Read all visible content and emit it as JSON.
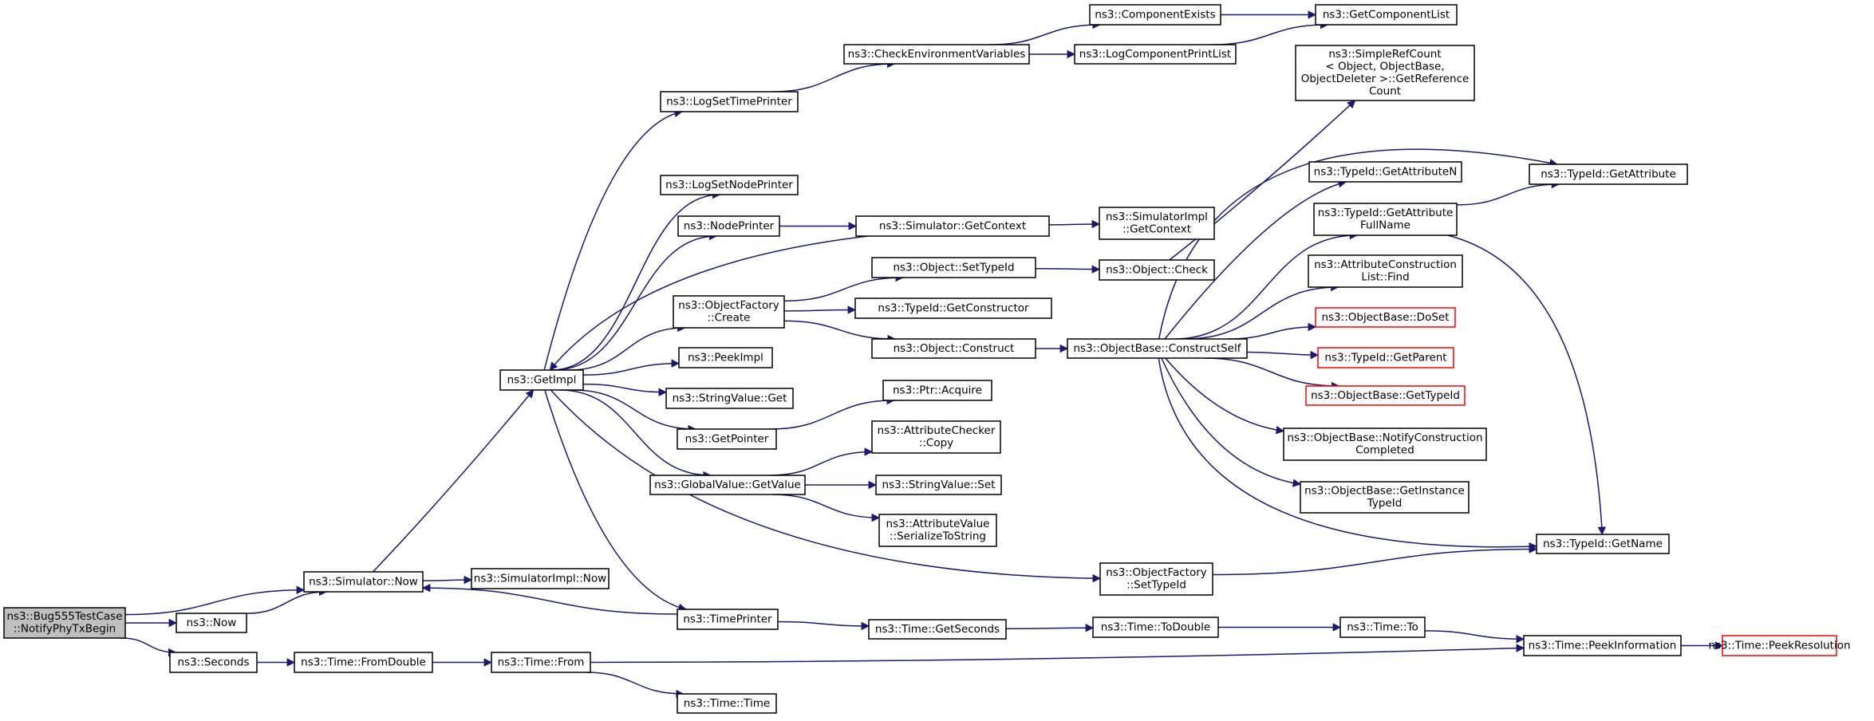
{
  "diagram": {
    "type": "call-graph",
    "colors": {
      "edge": "#191970",
      "node_border": "#000000",
      "root_fill": "#bfbfbf",
      "truncated_border": "#ff0000"
    },
    "nodes": [
      {
        "id": "root",
        "lines": [
          "ns3::Bug555TestCase",
          "::NotifyPhyTxBegin"
        ],
        "style": "root"
      },
      {
        "id": "now",
        "lines": [
          "ns3::Now"
        ]
      },
      {
        "id": "seconds",
        "lines": [
          "ns3::Seconds"
        ]
      },
      {
        "id": "simnow",
        "lines": [
          "ns3::Simulator::Now"
        ]
      },
      {
        "id": "fromdouble",
        "lines": [
          "ns3::Time::FromDouble"
        ]
      },
      {
        "id": "getimpl",
        "lines": [
          "ns3::GetImpl"
        ]
      },
      {
        "id": "simimplnow",
        "lines": [
          "ns3::SimulatorImpl::Now"
        ]
      },
      {
        "id": "from",
        "lines": [
          "ns3::Time::From"
        ]
      },
      {
        "id": "timetime",
        "lines": [
          "ns3::Time::Time"
        ]
      },
      {
        "id": "logsettime",
        "lines": [
          "ns3::LogSetTimePrinter"
        ]
      },
      {
        "id": "logsetnode",
        "lines": [
          "ns3::LogSetNodePrinter"
        ]
      },
      {
        "id": "nodeprinter",
        "lines": [
          "ns3::NodePrinter"
        ]
      },
      {
        "id": "objfactcreate",
        "lines": [
          "ns3::ObjectFactory",
          "::Create"
        ]
      },
      {
        "id": "peekimpl",
        "lines": [
          "ns3::PeekImpl"
        ]
      },
      {
        "id": "strvalget",
        "lines": [
          "ns3::StringValue::Get"
        ]
      },
      {
        "id": "getpointer",
        "lines": [
          "ns3::GetPointer"
        ]
      },
      {
        "id": "globalget",
        "lines": [
          "ns3::GlobalValue::GetValue"
        ]
      },
      {
        "id": "timeprinter",
        "lines": [
          "ns3::TimePrinter"
        ]
      },
      {
        "id": "checkenv",
        "lines": [
          "ns3::CheckEnvironmentVariables"
        ]
      },
      {
        "id": "simgetctx",
        "lines": [
          "ns3::Simulator::GetContext"
        ]
      },
      {
        "id": "objsettypeid",
        "lines": [
          "ns3::Object::SetTypeId"
        ]
      },
      {
        "id": "typeidgetctor",
        "lines": [
          "ns3::TypeId::GetConstructor"
        ]
      },
      {
        "id": "objconstruct",
        "lines": [
          "ns3::Object::Construct"
        ]
      },
      {
        "id": "ptracquire",
        "lines": [
          "ns3::Ptr::Acquire"
        ]
      },
      {
        "id": "attrcheckcopy",
        "lines": [
          "ns3::AttributeChecker",
          "::Copy"
        ]
      },
      {
        "id": "strvalset",
        "lines": [
          "ns3::StringValue::Set"
        ]
      },
      {
        "id": "attrvalser",
        "lines": [
          "ns3::AttributeValue",
          "::SerializeToString"
        ]
      },
      {
        "id": "timegetsec",
        "lines": [
          "ns3::Time::GetSeconds"
        ]
      },
      {
        "id": "compexists",
        "lines": [
          "ns3::ComponentExists"
        ]
      },
      {
        "id": "logcompprint",
        "lines": [
          "ns3::LogComponentPrintList"
        ]
      },
      {
        "id": "simimplgetctx",
        "lines": [
          "ns3::SimulatorImpl",
          "::GetContext"
        ]
      },
      {
        "id": "objcheck",
        "lines": [
          "ns3::Object::Check"
        ]
      },
      {
        "id": "objbaseconstruct",
        "lines": [
          "ns3::ObjectBase::ConstructSelf"
        ]
      },
      {
        "id": "objfactsettypeid",
        "lines": [
          "ns3::ObjectFactory",
          "::SetTypeId"
        ]
      },
      {
        "id": "timetodouble",
        "lines": [
          "ns3::Time::ToDouble"
        ]
      },
      {
        "id": "getcomplist",
        "lines": [
          "ns3::GetComponentList"
        ]
      },
      {
        "id": "simplerefcount",
        "lines": [
          "ns3::SimpleRefCount",
          "< Object, ObjectBase,",
          "ObjectDeleter >::GetReference",
          "Count"
        ]
      },
      {
        "id": "typeidgetattrn",
        "lines": [
          "ns3::TypeId::GetAttributeN"
        ]
      },
      {
        "id": "typeidgetattrfull",
        "lines": [
          "ns3::TypeId::GetAttribute",
          "FullName"
        ]
      },
      {
        "id": "attrconstrfind",
        "lines": [
          "ns3::AttributeConstruction",
          "List::Find"
        ]
      },
      {
        "id": "objbasedoset",
        "lines": [
          "ns3::ObjectBase::DoSet"
        ],
        "style": "truncated"
      },
      {
        "id": "typeidgetparent",
        "lines": [
          "ns3::TypeId::GetParent"
        ],
        "style": "truncated"
      },
      {
        "id": "objbasegettypeid",
        "lines": [
          "ns3::ObjectBase::GetTypeId"
        ],
        "style": "truncated"
      },
      {
        "id": "objbasenotify",
        "lines": [
          "ns3::ObjectBase::NotifyConstruction",
          "Completed"
        ]
      },
      {
        "id": "objbasegetinst",
        "lines": [
          "ns3::ObjectBase::GetInstance",
          "TypeId"
        ]
      },
      {
        "id": "timeto",
        "lines": [
          "ns3::Time::To"
        ]
      },
      {
        "id": "typeidgetattr",
        "lines": [
          "ns3::TypeId::GetAttribute"
        ]
      },
      {
        "id": "typeidgetname",
        "lines": [
          "ns3::TypeId::GetName"
        ]
      },
      {
        "id": "timepeekinfo",
        "lines": [
          "ns3::Time::PeekInformation"
        ]
      },
      {
        "id": "timepeekres",
        "lines": [
          "ns3::Time::PeekResolution"
        ],
        "style": "truncated"
      }
    ],
    "edges": [
      [
        "root",
        "simnow"
      ],
      [
        "root",
        "now"
      ],
      [
        "root",
        "seconds"
      ],
      [
        "now",
        "simnow"
      ],
      [
        "simnow",
        "getimpl"
      ],
      [
        "simnow",
        "simimplnow"
      ],
      [
        "seconds",
        "fromdouble"
      ],
      [
        "fromdouble",
        "from"
      ],
      [
        "from",
        "timetime"
      ],
      [
        "from",
        "timepeekinfo"
      ],
      [
        "getimpl",
        "logsettime"
      ],
      [
        "getimpl",
        "logsetnode"
      ],
      [
        "getimpl",
        "nodeprinter"
      ],
      [
        "getimpl",
        "objfactcreate"
      ],
      [
        "getimpl",
        "peekimpl"
      ],
      [
        "getimpl",
        "strvalget"
      ],
      [
        "getimpl",
        "getpointer"
      ],
      [
        "getimpl",
        "globalget"
      ],
      [
        "getimpl",
        "objfactsettypeid"
      ],
      [
        "getimpl",
        "timeprinter"
      ],
      [
        "logsettime",
        "checkenv"
      ],
      [
        "checkenv",
        "compexists"
      ],
      [
        "checkenv",
        "logcompprint"
      ],
      [
        "compexists",
        "getcomplist"
      ],
      [
        "logcompprint",
        "getcomplist"
      ],
      [
        "nodeprinter",
        "simgetctx"
      ],
      [
        "simgetctx",
        "getimpl"
      ],
      [
        "simgetctx",
        "simimplgetctx"
      ],
      [
        "objfactcreate",
        "objsettypeid"
      ],
      [
        "objfactcreate",
        "typeidgetctor"
      ],
      [
        "objfactcreate",
        "objconstruct"
      ],
      [
        "objsettypeid",
        "objcheck"
      ],
      [
        "objcheck",
        "simplerefcount"
      ],
      [
        "objconstruct",
        "objbaseconstruct"
      ],
      [
        "getpointer",
        "ptracquire"
      ],
      [
        "globalget",
        "attrcheckcopy"
      ],
      [
        "globalget",
        "strvalset"
      ],
      [
        "globalget",
        "attrvalser"
      ],
      [
        "timeprinter",
        "simnow"
      ],
      [
        "timeprinter",
        "timegetsec"
      ],
      [
        "timegetsec",
        "timetodouble"
      ],
      [
        "timetodouble",
        "timeto"
      ],
      [
        "timeto",
        "timepeekinfo"
      ],
      [
        "timepeekinfo",
        "timepeekres"
      ],
      [
        "objbaseconstruct",
        "typeidgetattr"
      ],
      [
        "objbaseconstruct",
        "typeidgetattrn"
      ],
      [
        "objbaseconstruct",
        "typeidgetattrfull"
      ],
      [
        "objbaseconstruct",
        "attrconstrfind"
      ],
      [
        "objbaseconstruct",
        "objbasedoset"
      ],
      [
        "objbaseconstruct",
        "typeidgetparent"
      ],
      [
        "objbaseconstruct",
        "objbasegettypeid"
      ],
      [
        "objbaseconstruct",
        "objbasenotify"
      ],
      [
        "objbaseconstruct",
        "objbasegetinst"
      ],
      [
        "objbaseconstruct",
        "typeidgetname"
      ],
      [
        "typeidgetattrfull",
        "typeidgetattr"
      ],
      [
        "typeidgetattrfull",
        "typeidgetname"
      ],
      [
        "objfactsettypeid",
        "typeidgetname"
      ]
    ]
  }
}
